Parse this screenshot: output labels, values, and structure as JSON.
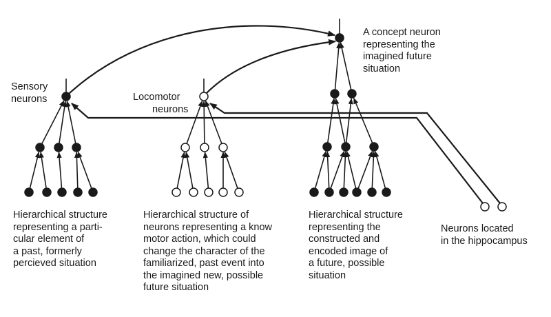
{
  "labels": {
    "concept_neuron": [
      "A concept neuron",
      "representing the",
      "imagined future",
      "situation"
    ],
    "sensory_neurons": [
      "Sensory",
      "neurons"
    ],
    "locomotor_neurons": [
      "Locomotor",
      "neurons"
    ]
  },
  "descriptions": {
    "sensory_structure": [
      "Hierarchical structure",
      "representing a parti-",
      "cular element of",
      "a past, formerly",
      "percieved situation"
    ],
    "motor_structure": [
      "Hierarchical structure of",
      "neurons representing a know",
      "motor action, which could",
      "change the character of the",
      "familiarized, past event into",
      "the imagined new, possible",
      "future situation"
    ],
    "future_structure": [
      "Hierarchical structure",
      "representing the",
      "constructed and",
      "encoded image of",
      "a future, possible",
      "situation"
    ],
    "hippocampus": [
      "Neurons located",
      "in the hippocampus"
    ]
  },
  "colors": {
    "ink": "#1a1a1a",
    "filled_neuron": "#1a1a1a",
    "hollow_neuron": "#ffffff"
  }
}
